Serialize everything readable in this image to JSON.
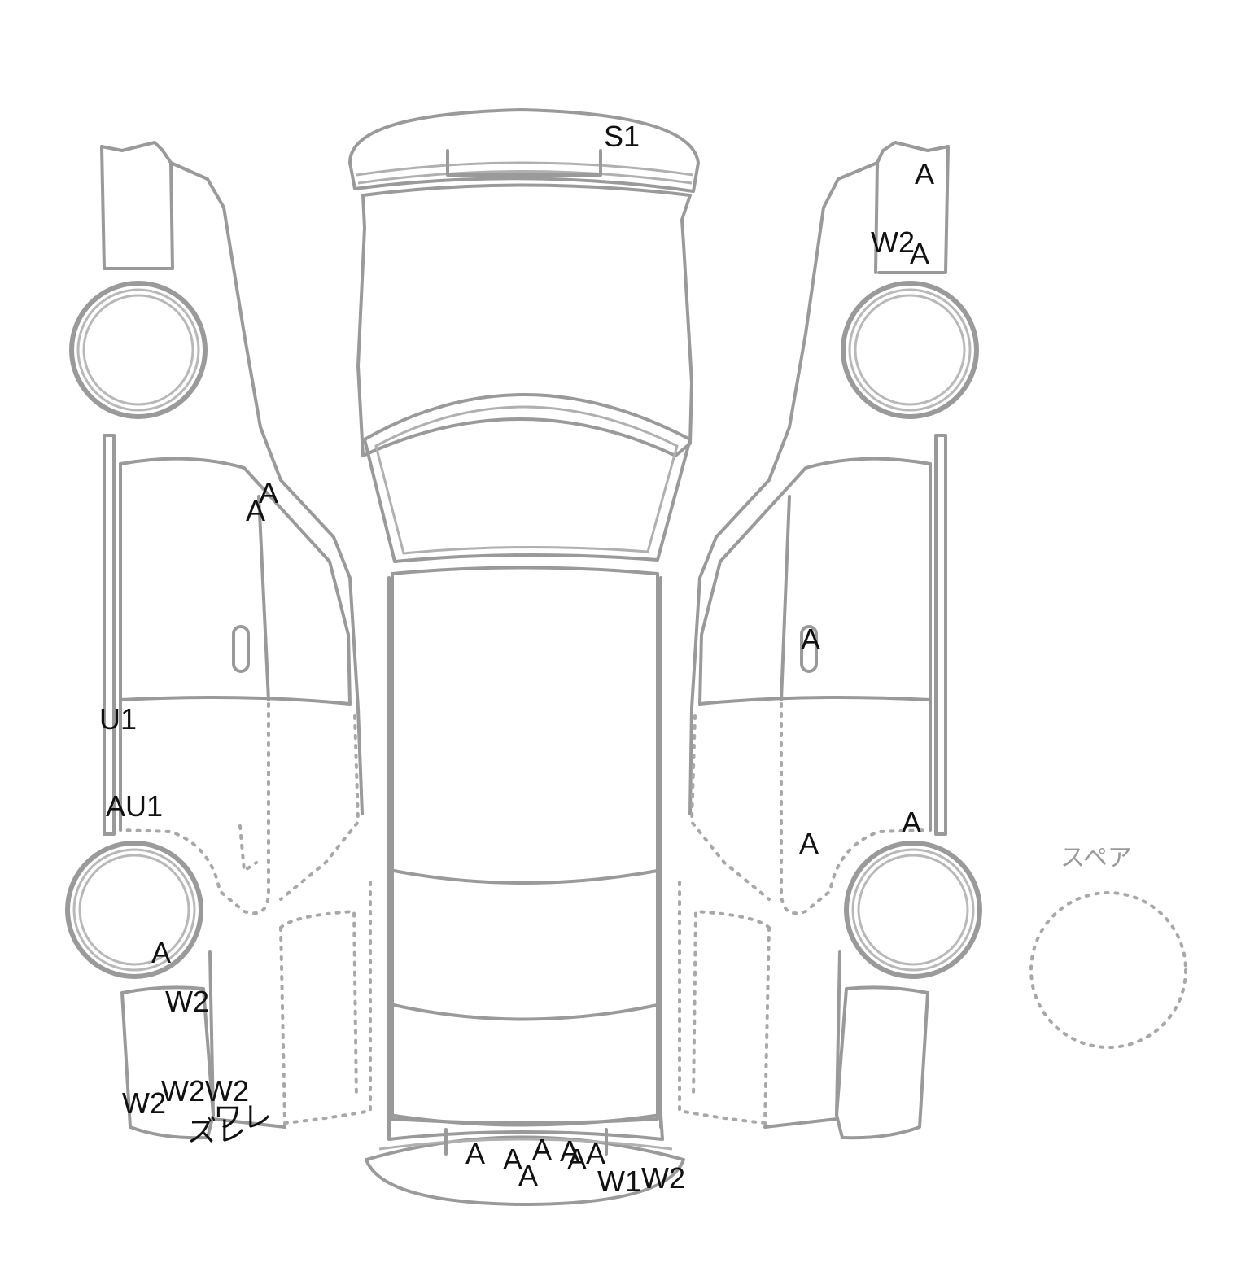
{
  "diagram": {
    "spare_label": "スペア",
    "marks": {
      "roof_front": "S1",
      "right_front_fender_1": "A",
      "right_front_fender_2": "W2",
      "right_front_fender_3": "A",
      "left_pillar_1": "A",
      "left_pillar_2": "A",
      "right_front_door": "A",
      "left_sill_1": "U1",
      "left_sill_2": "AU1",
      "right_rear_door_1": "A",
      "right_rear_door_2": "A",
      "left_rear_fender_1": "A",
      "left_rear_fender_2": "W2",
      "left_rear_bumper_1": "W2",
      "left_rear_bumper_2": "W2",
      "left_rear_bumper_3": "W2",
      "left_rear_bumper_4": "ワレ",
      "left_rear_bumper_5": "ズレ",
      "rear_bumper_1": "A",
      "rear_bumper_2": "A",
      "rear_bumper_3": "A",
      "rear_bumper_4": "A",
      "rear_bumper_5": "A",
      "rear_bumper_6": "A",
      "rear_bumper_7": "A",
      "rear_bumper_8": "W1",
      "rear_bumper_9": "W2"
    }
  }
}
